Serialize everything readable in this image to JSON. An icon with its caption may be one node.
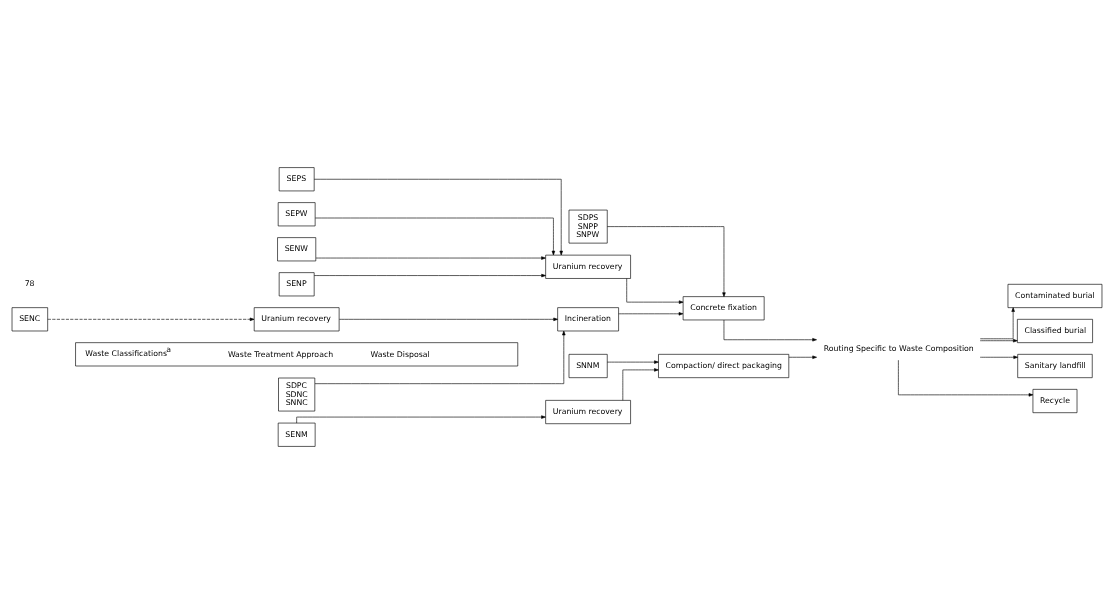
{
  "diagram": {
    "nodes": [
      {
        "text": [
          "Waste Classifications$^{a}$",
          "Waste Treatment Approach",
          "Waste Disposal"
        ]
      },
      {
        "text": [
          "SDPC",
          "SDNC",
          "SNNC"
        ]
      },
      {
        "text": [
          "SENC"
        ]
      },
      {
        "text": [
          "SEPS"
        ]
      },
      {
        "text": [
          "SEPW"
        ]
      },
      {
        "text": [
          "SENW"
        ]
      },
      {
        "text": [
          "SENP"
        ]
      },
      {
        "text": [
          "SENM"
        ]
      },
      {
        "text": [
          "SDPS",
          "SNPP",
          "SNPW"
        ]
      },
      {
        "text": [
          "SNNM"
        ]
      },
      {
        "text": [
          "Uranium recovery"
        ]
      },
      {
        "text": [
          "Uranium recovery"
        ]
      },
      {
        "text": [
          "Uranium recovery"
        ]
      },
      {
        "text": [
          "Incineration"
        ]
      },
      {
        "text": [
          "Concrete fixation"
        ]
      },
      {
        "text": [
          "Compaction/ direct packaging"
        ]
      },
      {
        "text": [
          "Routing Specific to Waste Composition"
        ]
      },
      {
        "text": [
          "Contaminated burial"
        ]
      },
      {
        "text": [
          "Classified burial"
        ]
      },
      {
        "text": [
          "Sanitary landfill"
        ]
      },
      {
        "text": [
          "Recycle"
        ]
      }
    ],
    "edges": [
      {
        "from": 1,
        "to": 13,
        "arrow": "to"
      },
      {
        "from": 2,
        "to": 10,
        "arrow": "to",
        "style": "dashed"
      },
      {
        "from": 3,
        "to": 11,
        "arrow": "to"
      },
      {
        "from": 4,
        "to": 11,
        "arrow": "to"
      },
      {
        "from": 5,
        "to": 11,
        "arrow": "to"
      },
      {
        "from": 6,
        "to": 11,
        "arrow": "to"
      },
      {
        "from": 7,
        "to": 12,
        "arrow": "to"
      },
      {
        "from": 8,
        "to": 14,
        "arrow": "to"
      },
      {
        "from": 9,
        "to": 15,
        "arrow": "to"
      },
      {
        "from": 10,
        "to": 13,
        "arrow": "to"
      },
      {
        "from": 11,
        "to": 14,
        "arrow": "to"
      },
      {
        "from": 12,
        "to": 15,
        "arrow": "to"
      },
      {
        "from": 13,
        "to": 14,
        "arrow": "to"
      },
      {
        "from": 14,
        "to": 16,
        "arrow": "to"
      },
      {
        "from": 15,
        "to": 16,
        "arrow": "to"
      },
      {
        "from": 16,
        "to": 17,
        "arrow": "to"
      },
      {
        "from": 16,
        "to": 18,
        "arrow": "to"
      },
      {
        "from": 16,
        "to": 19,
        "arrow": "to"
      },
      {
        "from": 16,
        "to": 20,
        "arrow": "to"
      }
    ],
    "labels": [
      "78"
    ]
  }
}
